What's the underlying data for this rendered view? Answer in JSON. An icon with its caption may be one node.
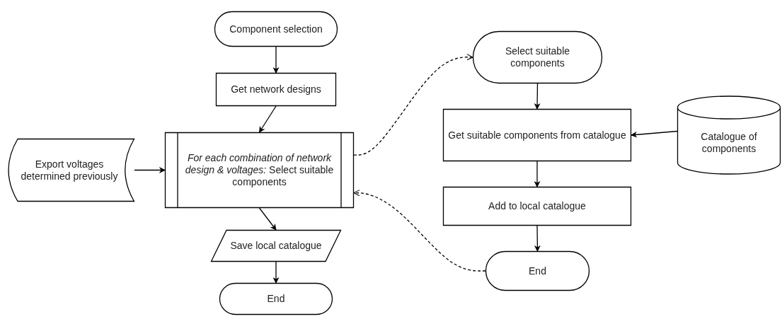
{
  "diagram": {
    "nodes": [
      {
        "text": [
          "Component selection"
        ]
      },
      {
        "text": [
          "Get network designs"
        ]
      },
      {
        "text": [
          "Export voltages determined previously"
        ]
      },
      {
        "text": [
          "*For each combination of network design & voltages:* Select suitable components"
        ]
      },
      {
        "text": [
          "Save local catalogue"
        ]
      },
      {
        "text": [
          "End"
        ]
      },
      {
        "text": [
          "Select suitable components"
        ]
      },
      {
        "text": [
          "Get suitable components from catalogue"
        ]
      },
      {
        "text": [
          "Catalogue of components"
        ]
      },
      {
        "text": [
          "Add to local catalogue"
        ]
      },
      {
        "text": [
          "End"
        ]
      }
    ],
    "edges": [
      {
        "from": 0,
        "to": 1,
        "arrow": "to"
      },
      {
        "from": 1,
        "to": 3,
        "arrow": "to"
      },
      {
        "from": 2,
        "to": 3,
        "arrow": "to"
      },
      {
        "from": 3,
        "to": 4,
        "arrow": "to"
      },
      {
        "from": 4,
        "to": 5,
        "arrow": "to"
      },
      {
        "from": 3,
        "to": 6,
        "arrow": "to",
        "style": "dashed"
      },
      {
        "from": 6,
        "to": 7,
        "arrow": "to"
      },
      {
        "from": 8,
        "to": 7,
        "arrow": "to"
      },
      {
        "from": 7,
        "to": 9,
        "arrow": "to"
      },
      {
        "from": 9,
        "to": 10,
        "arrow": "to"
      },
      {
        "from": 10,
        "to": 3,
        "arrow": "to",
        "style": "dashed"
      }
    ]
  }
}
